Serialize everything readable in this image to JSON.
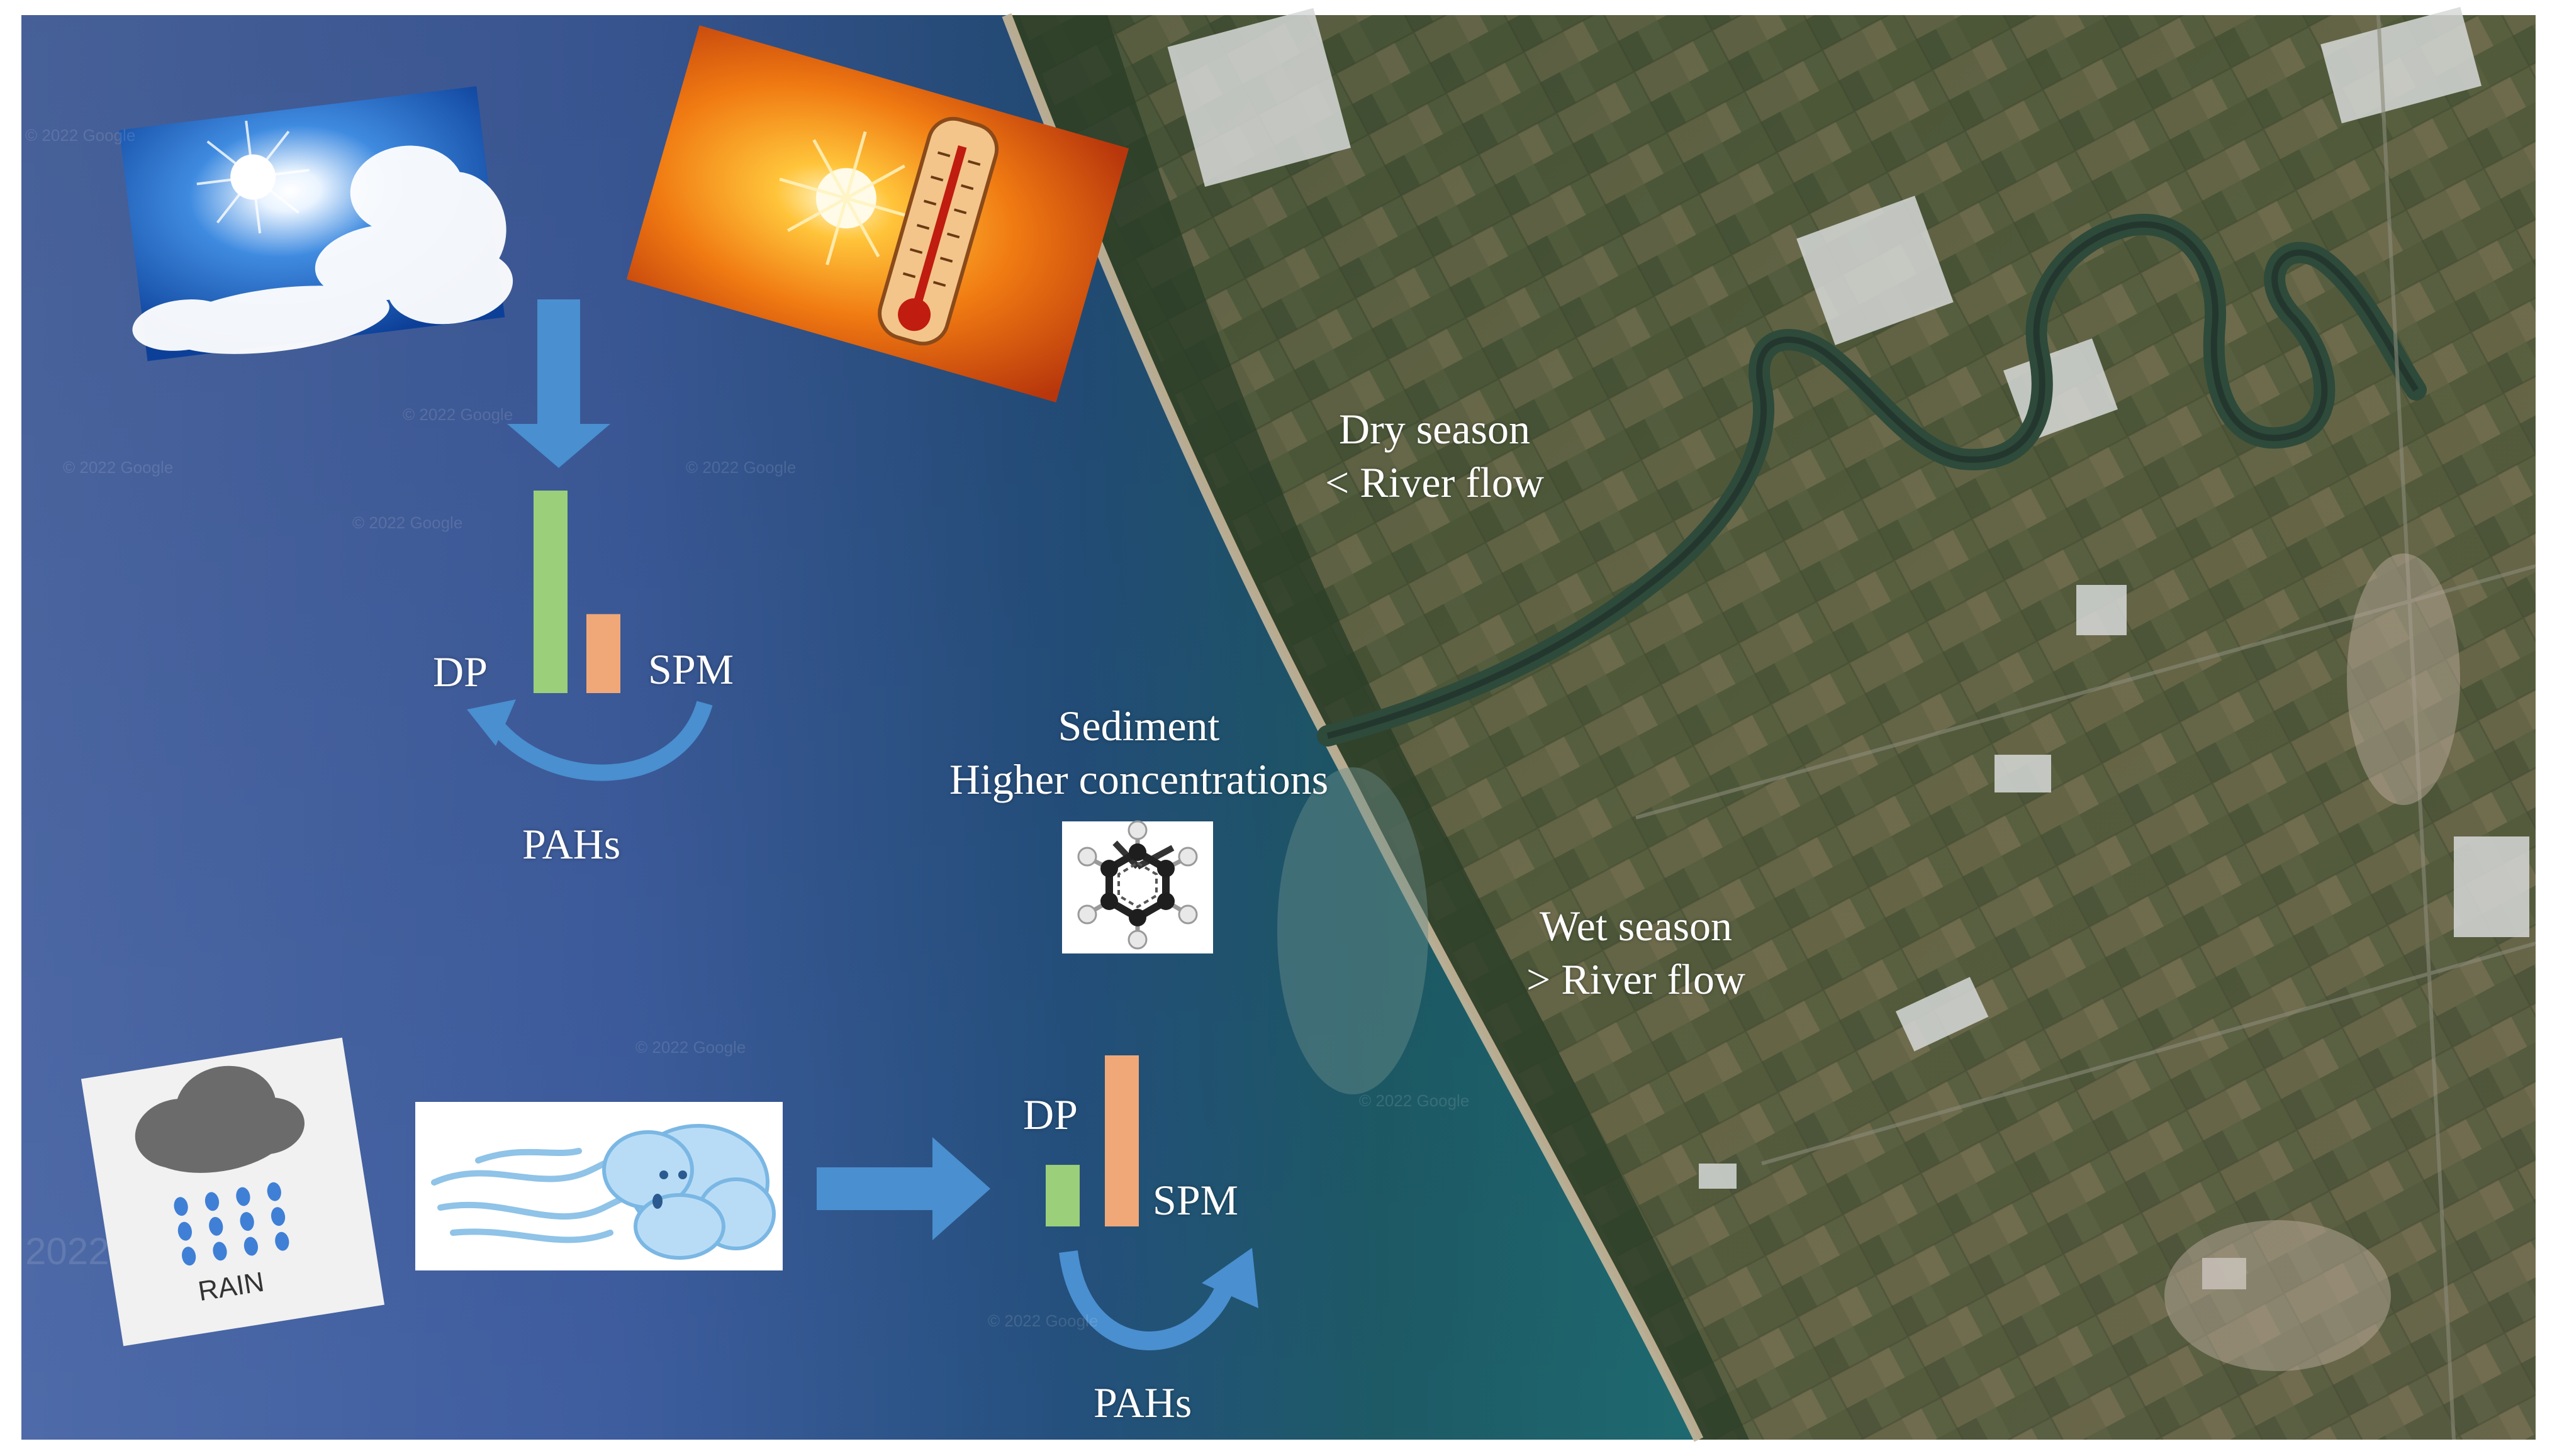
{
  "labels": {
    "dry_season": "Dry season",
    "dry_flow": "< River flow",
    "wet_season": "Wet season",
    "wet_flow": "> River flow",
    "sediment": "Sediment",
    "higher_conc": "Higher  concentrations",
    "top_dp": "DP",
    "top_spm": "SPM",
    "top_pahs": "PAHs",
    "bot_dp": "DP",
    "bot_spm": "SPM",
    "bot_pahs": "PAHs",
    "rain": "RAIN"
  },
  "watermarks": [
    "© 2022 Google",
    "© 2022 Google",
    "© 2022 Google",
    "© 2022 Google",
    "© 2022 Google",
    "© 2022 Google",
    "© 2022 Google",
    "2022",
    "© 2022 Google"
  ],
  "bar_groups": [
    {
      "name": "dry-season",
      "values": {
        "DP": 1.0,
        "SPM": 0.39
      }
    },
    {
      "name": "wet-season",
      "values": {
        "DP": 0.36,
        "SPM": 1.0
      }
    }
  ],
  "colors": {
    "ocean_dark": "#2f4c8e",
    "ocean_teal": "#1f5f6a",
    "land": "#4f5a3a",
    "arrow": "#4a8fd0",
    "bar_dp": "#9ccf7a",
    "bar_spm": "#f0a878",
    "text": "#ffffff"
  },
  "icons": [
    "sun-sky-photo",
    "thermometer-photo",
    "rain-cloud-icon",
    "wind-cloud-icon",
    "benzene-molecule-icon"
  ]
}
